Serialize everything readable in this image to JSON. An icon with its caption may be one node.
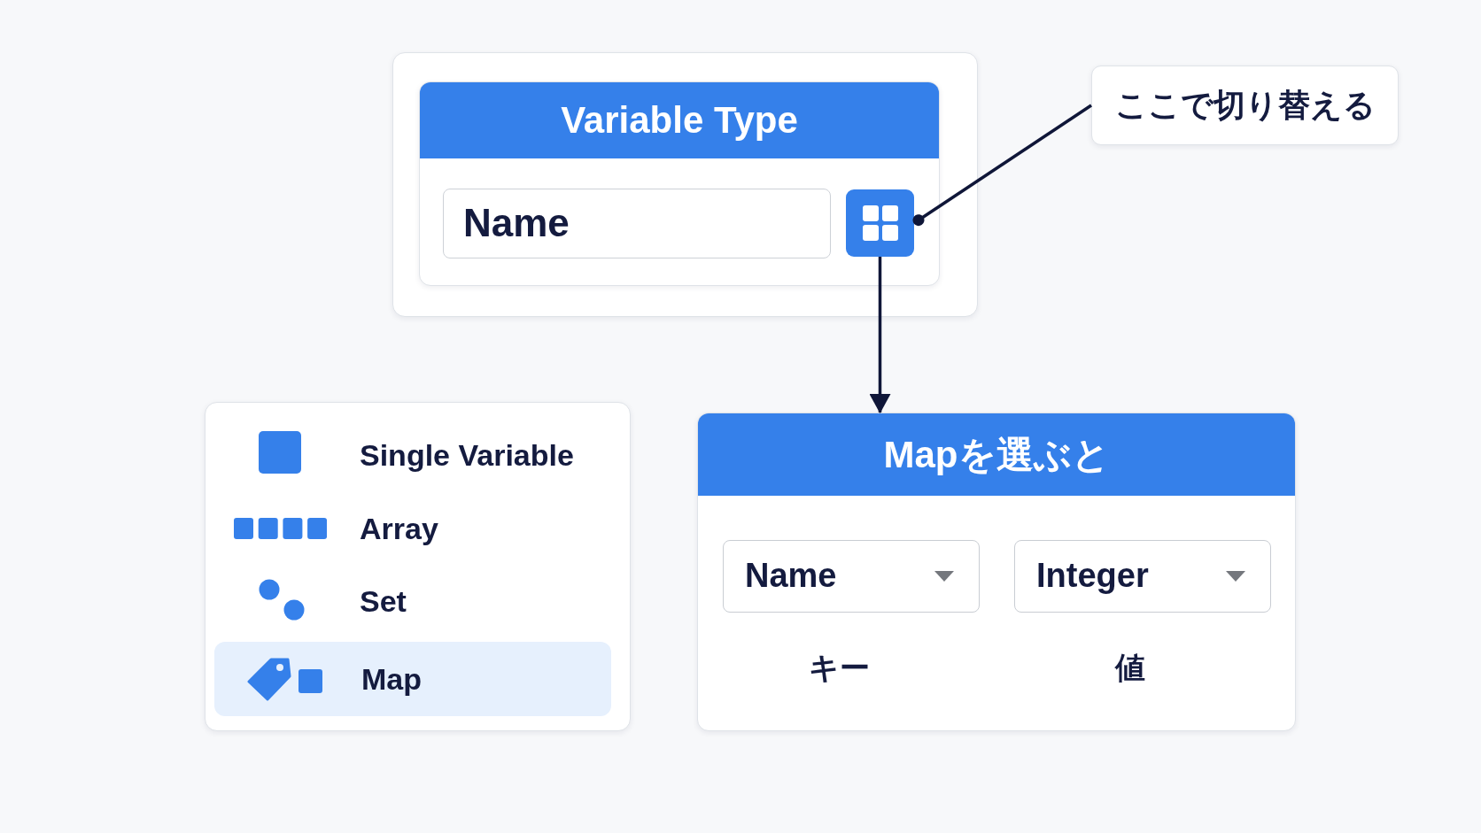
{
  "diagram": {
    "nodes": [
      {
        "text": [],
        "shape": "box"
      },
      {
        "text": [
          "Variable Type"
        ],
        "in": 0
      },
      {
        "text": [
          "Name"
        ],
        "in": 1
      },
      {
        "text": [],
        "shape": "box",
        "in": 1
      },
      {
        "text": [
          "ここで切り替える"
        ]
      },
      {
        "text": [
          "Single Variable",
          "Array",
          "Set"
        ]
      },
      {
        "text": [
          "Map"
        ],
        "in": 5
      },
      {
        "text": [
          "Mapを選ぶと"
        ]
      },
      {
        "text": [
          "Name"
        ],
        "in": 7,
        "beside": [
          "キー"
        ]
      },
      {
        "text": [
          "Integer"
        ],
        "in": 7,
        "beside": [
          "値"
        ]
      }
    ],
    "edges": [
      {
        "from": 4,
        "to": 3,
        "arrow": "other"
      },
      {
        "from": 3,
        "to": 7,
        "arrow": "to"
      }
    ]
  }
}
